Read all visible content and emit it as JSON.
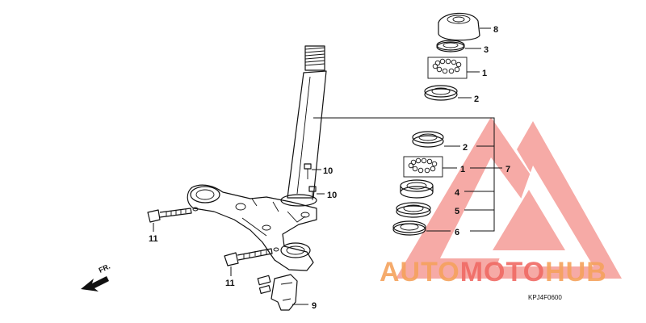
{
  "diagram": {
    "callouts": {
      "p8": "8",
      "p3": "3",
      "p1_top": "1",
      "p2_top": "2",
      "p2_mid": "2",
      "p1_mid": "1",
      "p7": "7",
      "p4": "4",
      "p5": "5",
      "p6": "6",
      "p10_a": "10",
      "p10_b": "10",
      "p11_a": "11",
      "p11_b": "11",
      "p9": "9"
    },
    "direction_label": "FR.",
    "part_code": "KPJ4F0600"
  },
  "watermark": {
    "text_part1": "AUTO",
    "text_part2": "MOTO",
    "text_part3": "HUB",
    "color_orange": "#F5A25D",
    "color_red": "#F06A64"
  }
}
